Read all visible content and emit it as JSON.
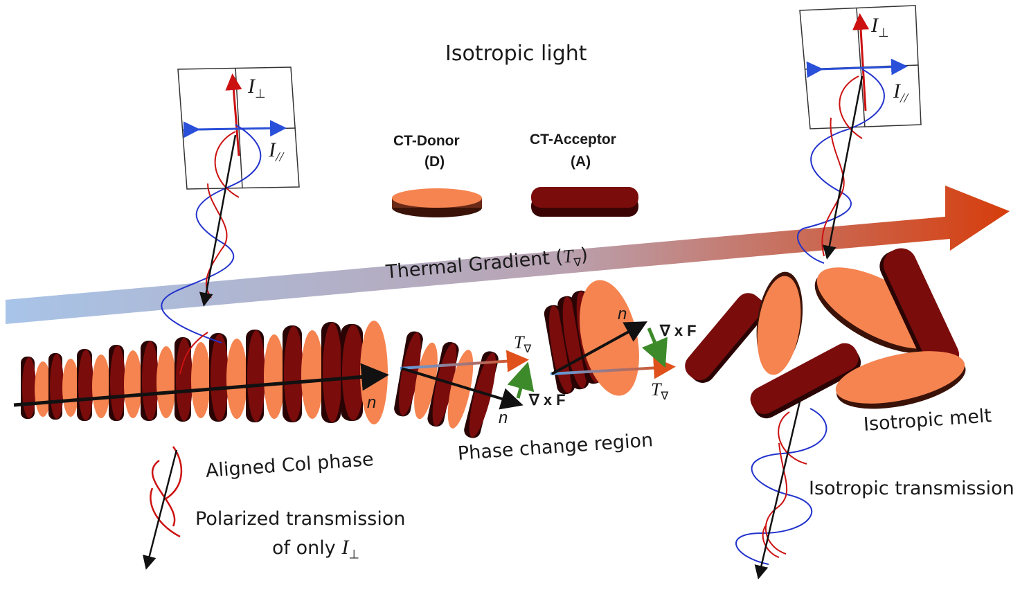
{
  "title": "Isotropic light",
  "molecules": {
    "donor": {
      "name": "CT-Donor",
      "abbr": "(D)",
      "color": "#f58450"
    },
    "acceptor": {
      "name": "CT-Acceptor",
      "abbr": "(A)",
      "color": "#7a0c0c"
    }
  },
  "gradient_arrow": {
    "label": "Thermal Gradient (",
    "symbol": "T",
    "sub": "∇",
    "close": ")",
    "color_start": "#a9c3e6",
    "color_end": "#d63d0c"
  },
  "regions": {
    "aligned": "Aligned Col phase",
    "phase_change": "Phase change region",
    "melt": "Isotropic melt"
  },
  "transmission": {
    "polarized_line1": "Polarized transmission",
    "polarized_line2": "of only ",
    "isotropic": "Isotropic transmission"
  },
  "symbols": {
    "I_perp": "I",
    "perp_sub": "⊥",
    "I_par": "I",
    "par_sub": "//",
    "n": "n",
    "T": "T",
    "nabla": "∇",
    "curl": "∇ x F"
  },
  "colors": {
    "perp_wave": "#cc1111",
    "par_wave": "#2233cc",
    "green_arrow": "#3d8a2a"
  }
}
